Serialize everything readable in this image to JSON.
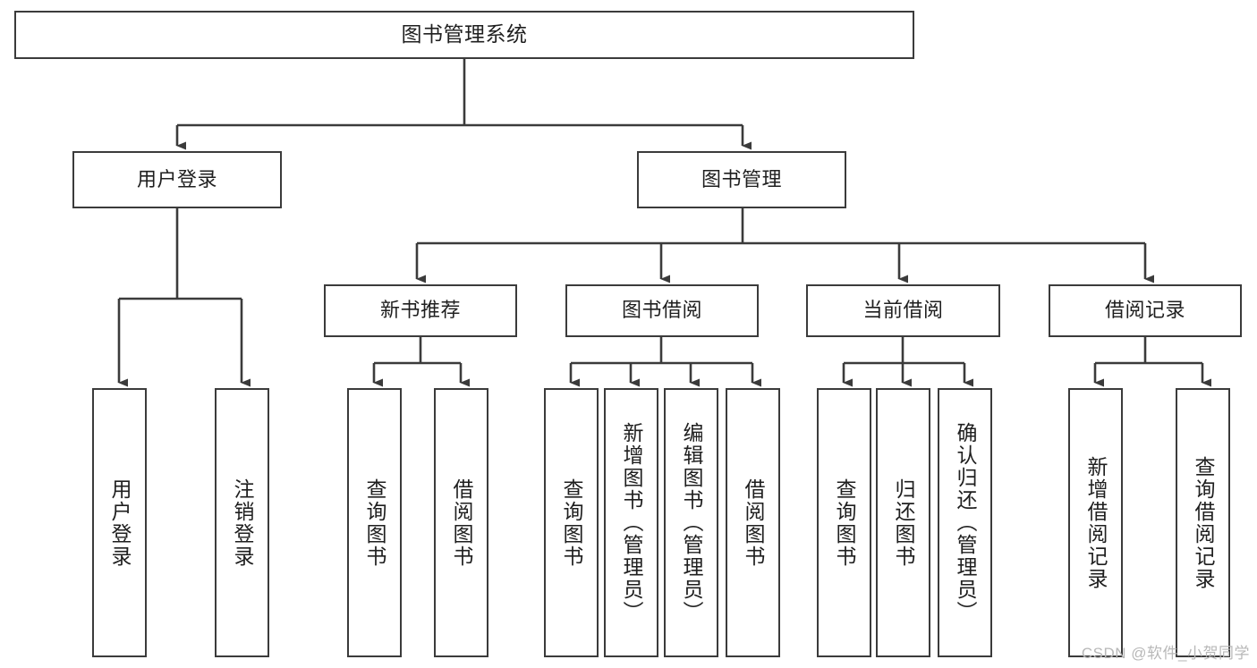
{
  "diagram": {
    "title": "图书管理系统",
    "type": "hierarchy-tree",
    "line_color": "#3b3b3b",
    "box_fill": "#ffffff",
    "text_color": "#1f1f1f",
    "watermark": "CSDN @软件_小贺同学",
    "levels": {
      "root": {
        "label": "图书管理系统"
      },
      "level2": [
        {
          "label": "用户登录"
        },
        {
          "label": "图书管理"
        }
      ],
      "level3": [
        {
          "label": "新书推荐"
        },
        {
          "label": "图书借阅"
        },
        {
          "label": "当前借阅"
        },
        {
          "label": "借阅记录"
        }
      ],
      "leaves": [
        {
          "label": "用户登录",
          "parent": "用户登录"
        },
        {
          "label": "注销登录",
          "parent": "用户登录"
        },
        {
          "label": "查询图书",
          "parent": "新书推荐"
        },
        {
          "label": "借阅图书",
          "parent": "新书推荐"
        },
        {
          "label": "查询图书",
          "parent": "图书借阅"
        },
        {
          "label": "新增图书（管理员）",
          "parent": "图书借阅"
        },
        {
          "label": "编辑图书（管理员）",
          "parent": "图书借阅"
        },
        {
          "label": "借阅图书",
          "parent": "图书借阅"
        },
        {
          "label": "查询图书",
          "parent": "当前借阅"
        },
        {
          "label": "归还图书",
          "parent": "当前借阅"
        },
        {
          "label": "确认归还（管理员）",
          "parent": "当前借阅"
        },
        {
          "label": "新增借阅记录",
          "parent": "借阅记录"
        },
        {
          "label": "查询借阅记录",
          "parent": "借阅记录"
        }
      ]
    }
  }
}
